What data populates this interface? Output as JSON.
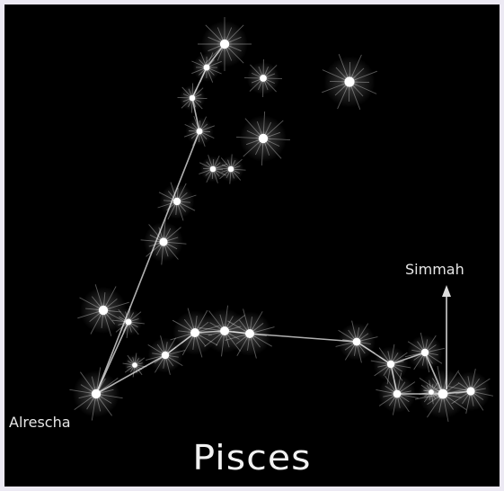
{
  "constellation": {
    "title": "Pisces",
    "labels": {
      "alrescha": "Alrescha",
      "simmah": "Simmah"
    }
  },
  "colors": {
    "sky": "#000000",
    "star": "#ffffff",
    "line": "#cfcfcf",
    "frame": "#ece9f3"
  }
}
